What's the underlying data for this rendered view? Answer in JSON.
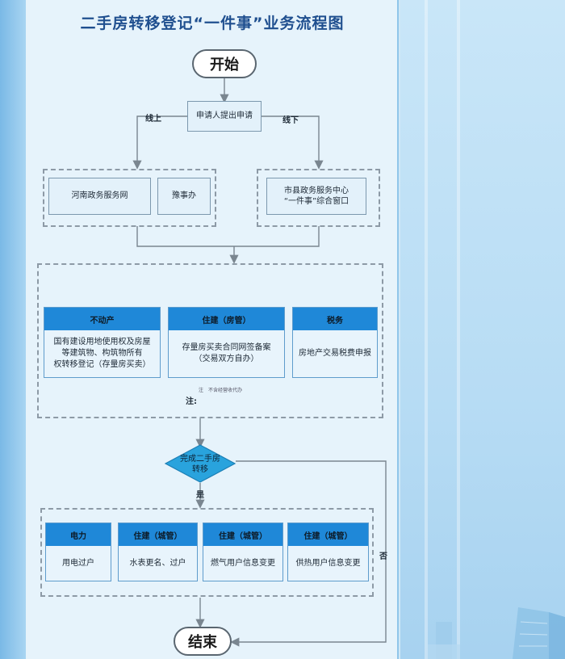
{
  "title": "二手房转移登记“一件事”业务流程图",
  "start": "开始",
  "end": "结束",
  "apply": "申请人提出申请",
  "online_label": "线上",
  "offline_label": "线下",
  "online_channels": [
    "河南政务服务网",
    "豫事办"
  ],
  "offline_channel": {
    "line1": "市县政务服务中心",
    "line2": "“一件事”综合窗口"
  },
  "departments": [
    {
      "header": "不动产",
      "lines": [
        "国有建设用地使用权及房屋",
        "等建筑物、构筑物所有",
        "权转移登记（存量房买卖）"
      ]
    },
    {
      "header": "住建（房管）",
      "lines": [
        "存量房买卖合同网签备案",
        "（交易双方自办）"
      ]
    },
    {
      "header": "税务",
      "lines": [
        "房地产交易税费申报"
      ]
    }
  ],
  "note_small": "注　不含经营收代办",
  "note_label": "注:",
  "decision": {
    "line1": "完成二手房",
    "line2": "转移"
  },
  "yes_label": "是",
  "no_label": "否",
  "utilities": [
    {
      "header": "电力",
      "body": "用电过户"
    },
    {
      "header": "住建（城管）",
      "body": "水表更名、过户"
    },
    {
      "header": "住建（城管）",
      "body": "燃气用户信息变更"
    },
    {
      "header": "住建（城管）",
      "body": "供热用户信息变更"
    }
  ]
}
